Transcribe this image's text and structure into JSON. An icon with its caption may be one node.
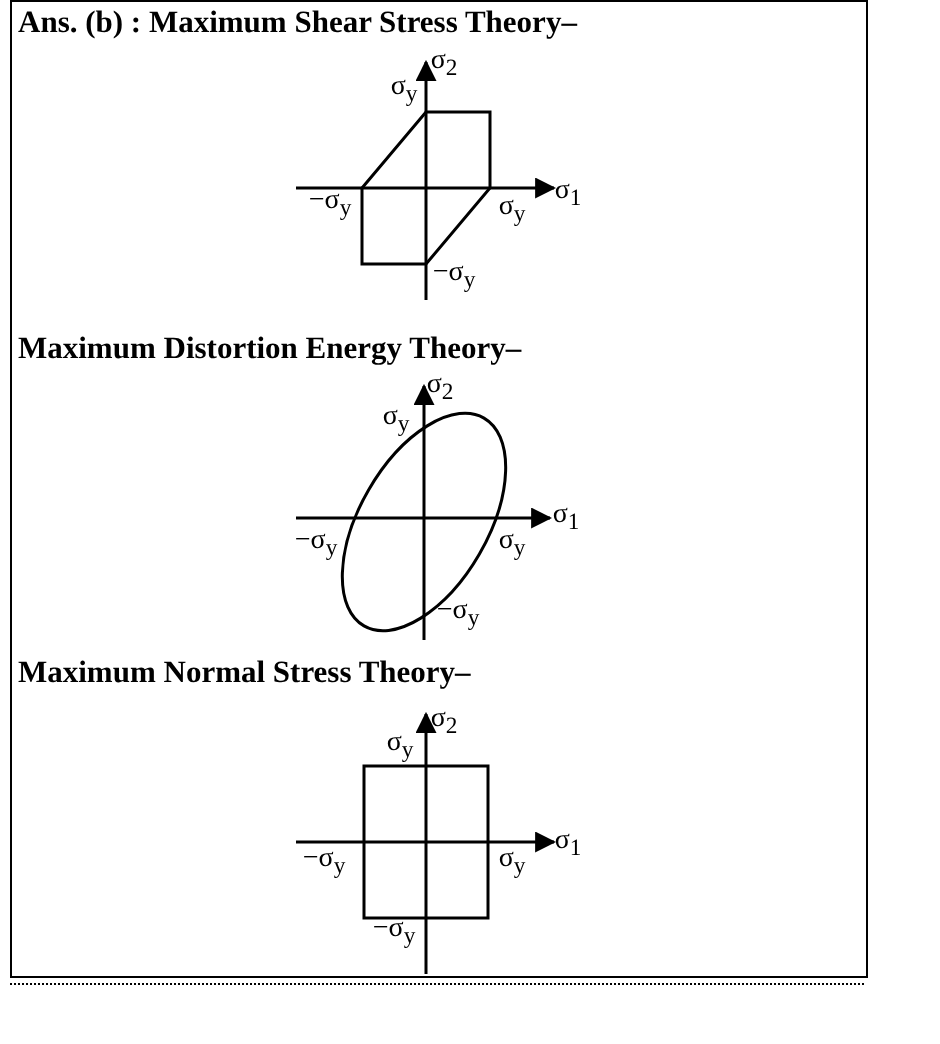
{
  "diagram": {
    "labels": [
      "Ans. (b) : Maximum Shear Stress Theory–",
      "σ$_{2}$",
      "σ$_{y}$",
      "σ$_{1}$",
      "−σ$_{y}$",
      "σ$_{y}$",
      "−σ$_{y}$",
      "Maximum Distortion Energy Theory–",
      "σ$_{2}$",
      "σ$_{y}$",
      "σ$_{1}$",
      "−σ$_{y}$",
      "σ$_{y}$",
      "−σ$_{y}$",
      "Maximum Normal Stress Theory–",
      "σ$_{2}$",
      "σ$_{y}$",
      "σ$_{1}$",
      "−σ$_{y}$",
      "σ$_{y}$",
      "−σ$_{y}$"
    ]
  }
}
